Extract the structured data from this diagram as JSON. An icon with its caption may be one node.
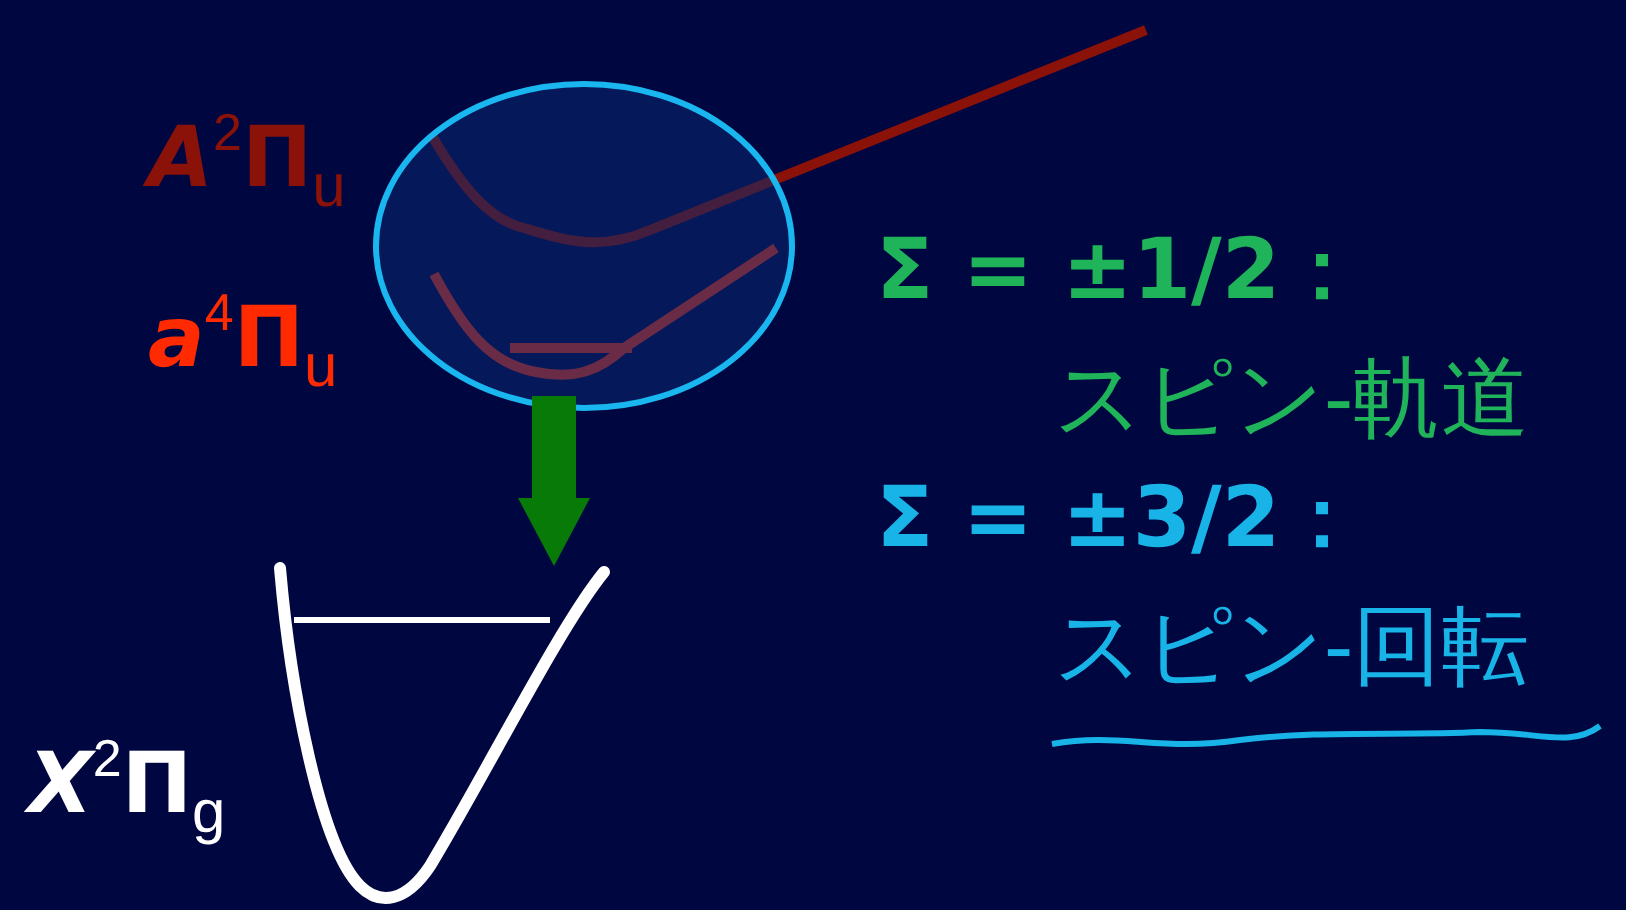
{
  "diagram": {
    "nodes": [
      {
        "text": [],
        "shape": "circle"
      },
      {
        "text": [],
        "shape": "picture",
        "beside": [
          "*X*$^{2}$Π$_{g}$"
        ]
      }
    ],
    "edges": [
      {
        "from": 0,
        "to": 1,
        "arrow": "to"
      }
    ],
    "labels": [
      "*A*$^{2}$Π$_{u}$",
      "*a*$^{4}$Π$_{u}$",
      "Σ = ±1/2：",
      "スピン-軌道",
      "Σ = ±3/2：",
      "スピン-回転"
    ]
  }
}
